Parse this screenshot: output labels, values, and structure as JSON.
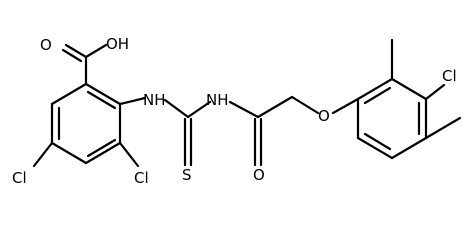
{
  "atom_labels": {
    "oh": "OH",
    "o_carboxyl": "O",
    "nh_1": "NH",
    "nh_2": "NH",
    "s": "S",
    "o_amide": "O",
    "o_ether": "O",
    "cl_left": "Cl",
    "cl_mid": "Cl",
    "cl_right": "Cl"
  }
}
